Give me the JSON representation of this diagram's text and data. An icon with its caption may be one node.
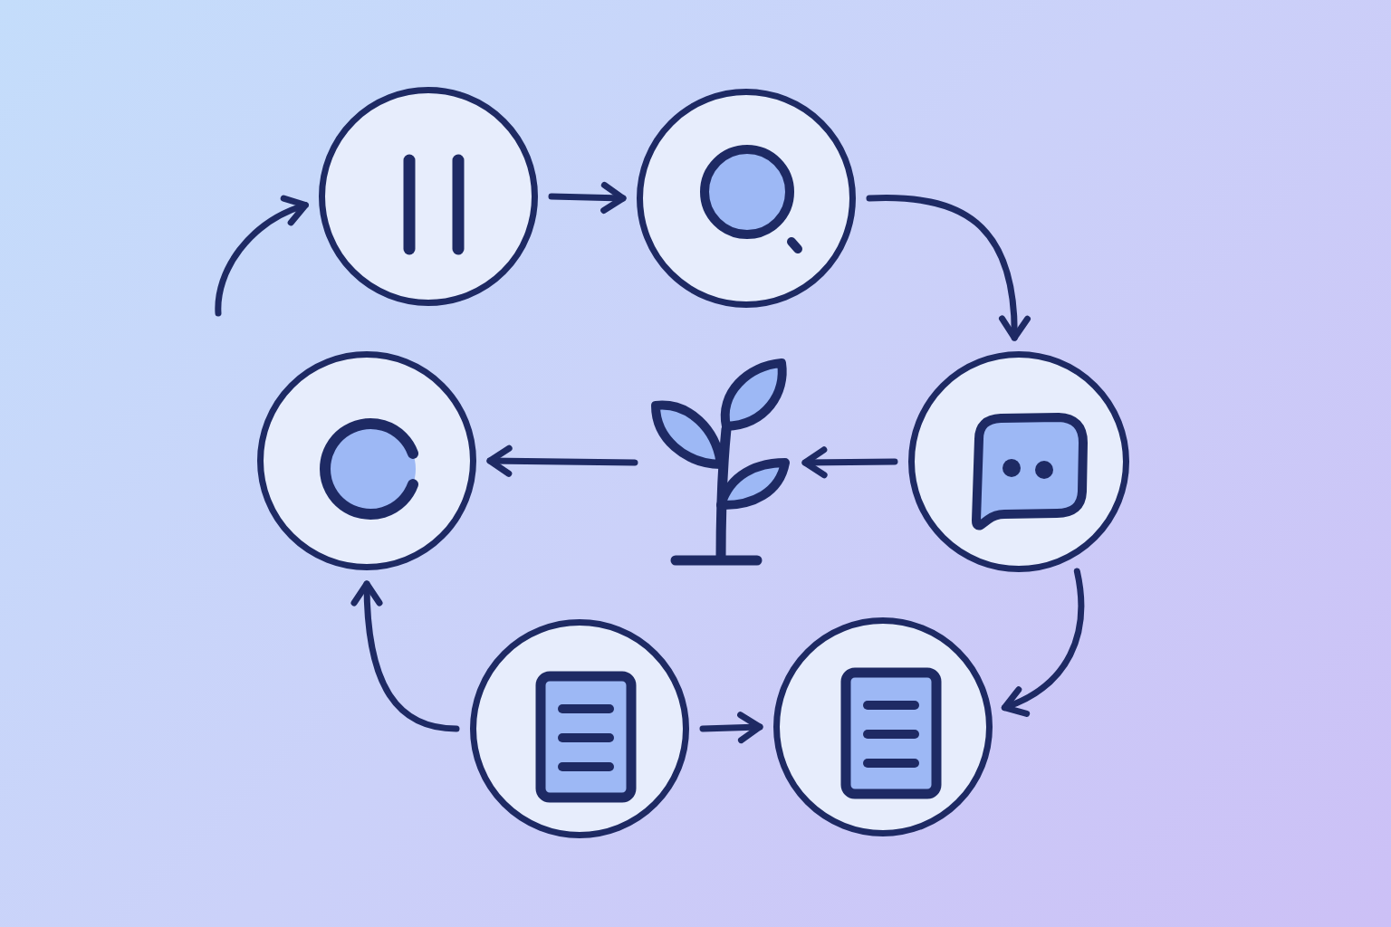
{
  "diagram": {
    "nodes": [
      {
        "text": [],
        "shape": "circle"
      },
      {
        "text": [],
        "shape": "circle"
      },
      {
        "text": [],
        "shape": "circle"
      },
      {
        "text": [],
        "shape": "picture"
      },
      {
        "text": [],
        "shape": "circle"
      },
      {
        "text": [],
        "shape": "circle"
      },
      {
        "text": [],
        "shape": "circle"
      }
    ],
    "edges": [
      {
        "from": null,
        "to": 0,
        "arrow": "to"
      },
      {
        "from": 0,
        "to": 1,
        "arrow": "to"
      },
      {
        "from": 1,
        "to": 4,
        "arrow": "to"
      },
      {
        "from": 4,
        "to": 3,
        "arrow": "to"
      },
      {
        "from": 3,
        "to": 2,
        "arrow": "to"
      },
      {
        "from": 4,
        "to": 6,
        "arrow": "to"
      },
      {
        "from": 5,
        "to": 6,
        "arrow": "to"
      },
      {
        "from": 5,
        "to": 2,
        "arrow": "to"
      }
    ]
  }
}
